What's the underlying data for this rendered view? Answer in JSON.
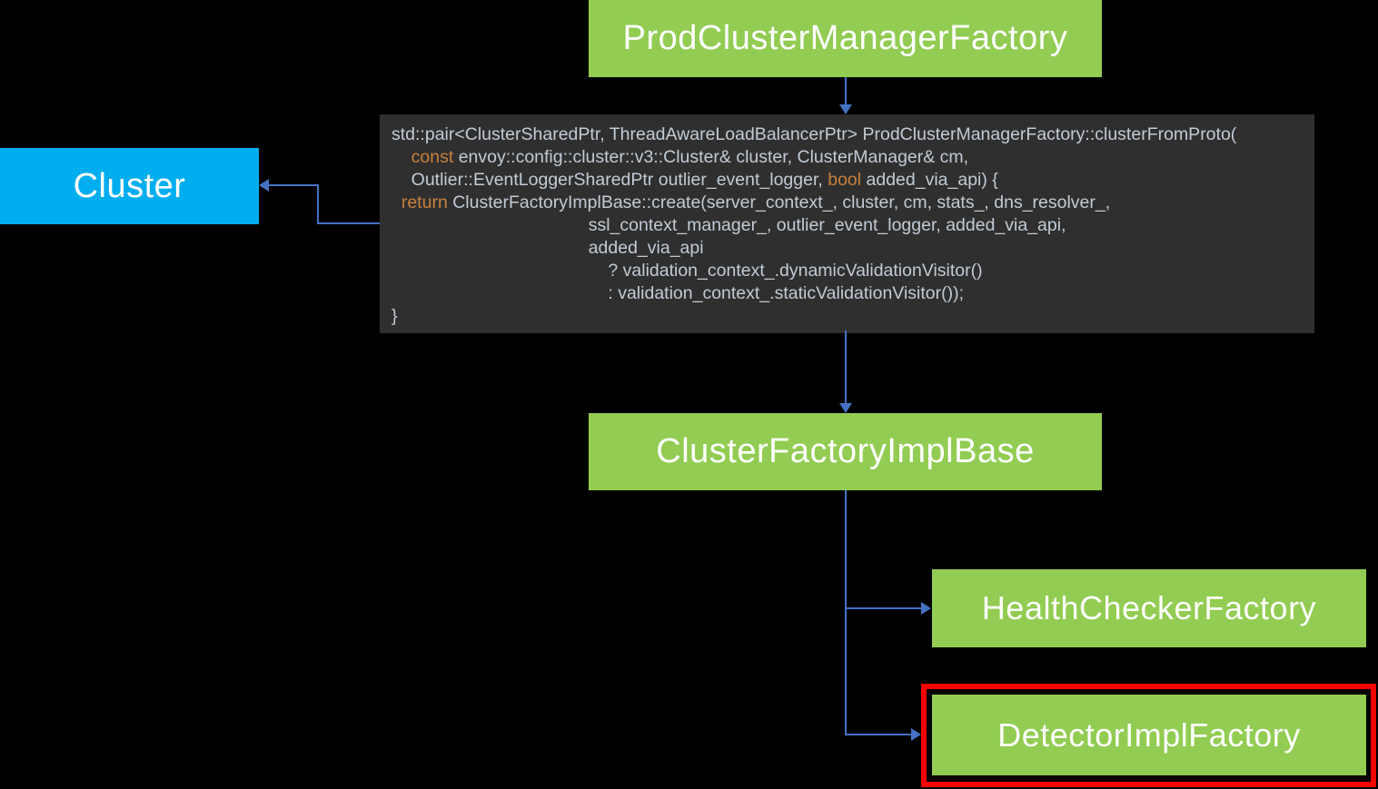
{
  "colors": {
    "bg": "#000000",
    "green": "#92CC52",
    "blue": "#00AEEF",
    "arrow": "#4472C4",
    "codeBg": "#2F2F2F",
    "codeText": "#C2CBD5",
    "keyword": "#C9803C",
    "red": "#FE0000",
    "nodeText": "#FFFFFF"
  },
  "nodes": {
    "prod": {
      "label": "ProdClusterManagerFactory"
    },
    "cluster": {
      "label": "Cluster"
    },
    "implbase": {
      "label": "ClusterFactoryImplBase"
    },
    "health": {
      "label": "HealthCheckerFactory"
    },
    "detector": {
      "label": "DetectorImplFactory"
    }
  },
  "edges": [
    {
      "from": "ProdClusterManagerFactory",
      "to": "clusterFromProto-code"
    },
    {
      "from": "clusterFromProto-code",
      "to": "Cluster"
    },
    {
      "from": "clusterFromProto-code",
      "to": "ClusterFactoryImplBase"
    },
    {
      "from": "ClusterFactoryImplBase",
      "to": "HealthCheckerFactory"
    },
    {
      "from": "ClusterFactoryImplBase",
      "to": "DetectorImplFactory"
    }
  ],
  "code": {
    "lines": [
      [
        {
          "t": "std::pair<ClusterSharedPtr, ThreadAwareLoadBalancerPtr> ProdClusterManagerFactory::clusterFromProto("
        }
      ],
      [
        {
          "t": "    "
        },
        {
          "t": "const",
          "kw": true
        },
        {
          "t": " envoy::config::cluster::v3::Cluster& cluster, ClusterManager& cm,"
        }
      ],
      [
        {
          "t": "    Outlier::EventLoggerSharedPtr outlier_event_logger, "
        },
        {
          "t": "bool",
          "kw": true
        },
        {
          "t": " added_via_api) {"
        }
      ],
      [
        {
          "t": "  "
        },
        {
          "t": "return",
          "kw": true
        },
        {
          "t": " ClusterFactoryImplBase::create(server_context_, cluster, cm, stats_, dns_resolver_,"
        }
      ],
      [
        {
          "t": "                                        ssl_context_manager_, outlier_event_logger, added_via_api,"
        }
      ],
      [
        {
          "t": "                                        added_via_api"
        }
      ],
      [
        {
          "t": "                                            ? validation_context_.dynamicValidationVisitor()"
        }
      ],
      [
        {
          "t": "                                            : validation_context_.staticValidationVisitor());"
        }
      ],
      [
        {
          "t": "}"
        }
      ]
    ]
  }
}
